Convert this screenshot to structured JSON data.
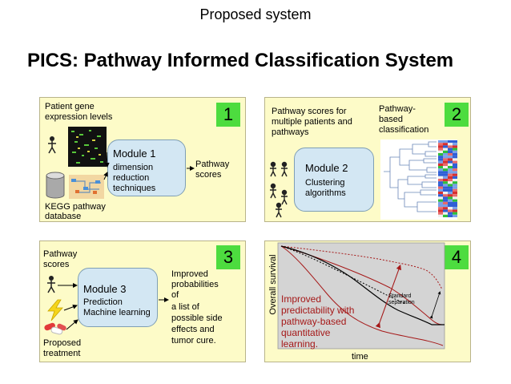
{
  "header": {
    "supertitle": "Proposed system",
    "title": "PICS: Pathway Informed Classification System"
  },
  "panel1": {
    "badge": "1",
    "input_label": [
      "Patient gene",
      "expression levels"
    ],
    "db_label": [
      "KEGG pathway",
      "database"
    ],
    "module_title": "Module 1",
    "module_lines": [
      "dimension",
      "reduction",
      "techniques"
    ],
    "output_label": [
      "Pathway",
      "scores"
    ]
  },
  "panel2": {
    "badge": "2",
    "input_label": [
      "Pathway scores for",
      "multiple patients and",
      "pathways"
    ],
    "output_label": [
      "Pathway-",
      "based",
      "classification"
    ],
    "module_title": "Module 2",
    "module_lines": [
      "Clustering",
      "algorithms"
    ]
  },
  "panel3": {
    "badge": "3",
    "input_label": [
      "Pathway",
      "scores"
    ],
    "treatment_label": [
      "Proposed",
      "treatment"
    ],
    "module_title": "Module 3",
    "module_lines": [
      "Prediction",
      "Machine learning"
    ],
    "output_label": [
      "Improved",
      "probabilities",
      "of",
      "a list of",
      "possible side",
      "effects and",
      "tumor cure."
    ]
  },
  "panel4": {
    "badge": "4",
    "ylabel": "Overall survival",
    "xlabel": "time",
    "annotation": "Standard separation",
    "improved_text": [
      "Improved",
      "predictability with",
      "pathway-based",
      "quantitative",
      "learning."
    ]
  },
  "colors": {
    "panel_bg": "#fdfbc8",
    "badge": "#4ddc3f",
    "module_bg": "#d3e7f3",
    "plot_bg": "#d4d4d4",
    "improved_text": "#a51818"
  }
}
